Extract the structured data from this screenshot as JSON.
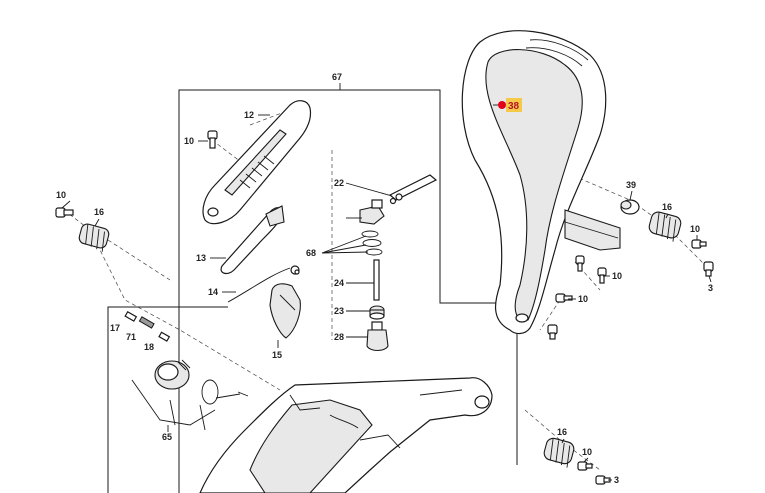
{
  "diagram": {
    "highlight_color": "#e3001b",
    "highlight_bg": "#f7c948",
    "labels": {
      "p67": "67",
      "p12": "12",
      "p10a": "10",
      "p22": "22",
      "p10b": "10",
      "p16a": "16",
      "p13": "13",
      "p68": "68",
      "p14": "14",
      "p24": "24",
      "p23": "23",
      "p17": "17",
      "p71": "71",
      "p28": "28",
      "p18": "18",
      "p15": "15",
      "p65": "65",
      "p38": "38",
      "p39": "39",
      "p16b": "16",
      "p10c": "10",
      "p10d": "10",
      "p3a": "3",
      "p10e": "10",
      "p16c": "16",
      "p10f": "10",
      "p3b": "3"
    }
  }
}
